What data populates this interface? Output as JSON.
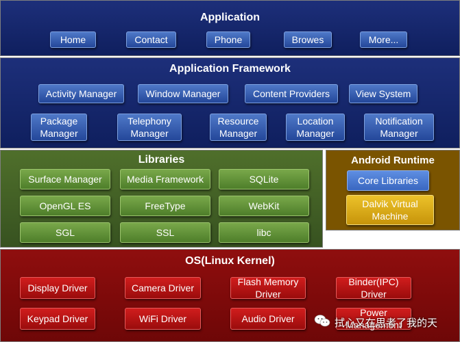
{
  "application": {
    "title": "Application",
    "buttons": [
      "Home",
      "Contact",
      "Phone",
      "Browes",
      "More..."
    ]
  },
  "framework": {
    "title": "Application Framework",
    "row1": [
      "Activity Manager",
      "Window Manager",
      "Content Providers",
      "View System"
    ],
    "row2": [
      "Package Manager",
      "Telephony Manager",
      "Resource Manager",
      "Location Manager",
      "Notification Manager"
    ]
  },
  "libraries": {
    "title": "Libraries",
    "items": [
      "Surface Manager",
      "Media Framework",
      "SQLite",
      "OpenGL ES",
      "FreeType",
      "WebKit",
      "SGL",
      "SSL",
      "libc"
    ]
  },
  "runtime": {
    "title": "Android Runtime",
    "core": "Core Libraries",
    "vm": "Dalvik Virtual Machine"
  },
  "os": {
    "title": "OS(Linux Kernel)",
    "row1": [
      "Display Driver",
      "Camera Driver",
      "Flash Memory Driver",
      "Binder(IPC) Driver"
    ],
    "row2": [
      "Keypad Driver",
      "WiFi Driver",
      "Audio Driver",
      "Power Management"
    ]
  },
  "watermark": {
    "text": "拭心又在思考了我的天"
  }
}
